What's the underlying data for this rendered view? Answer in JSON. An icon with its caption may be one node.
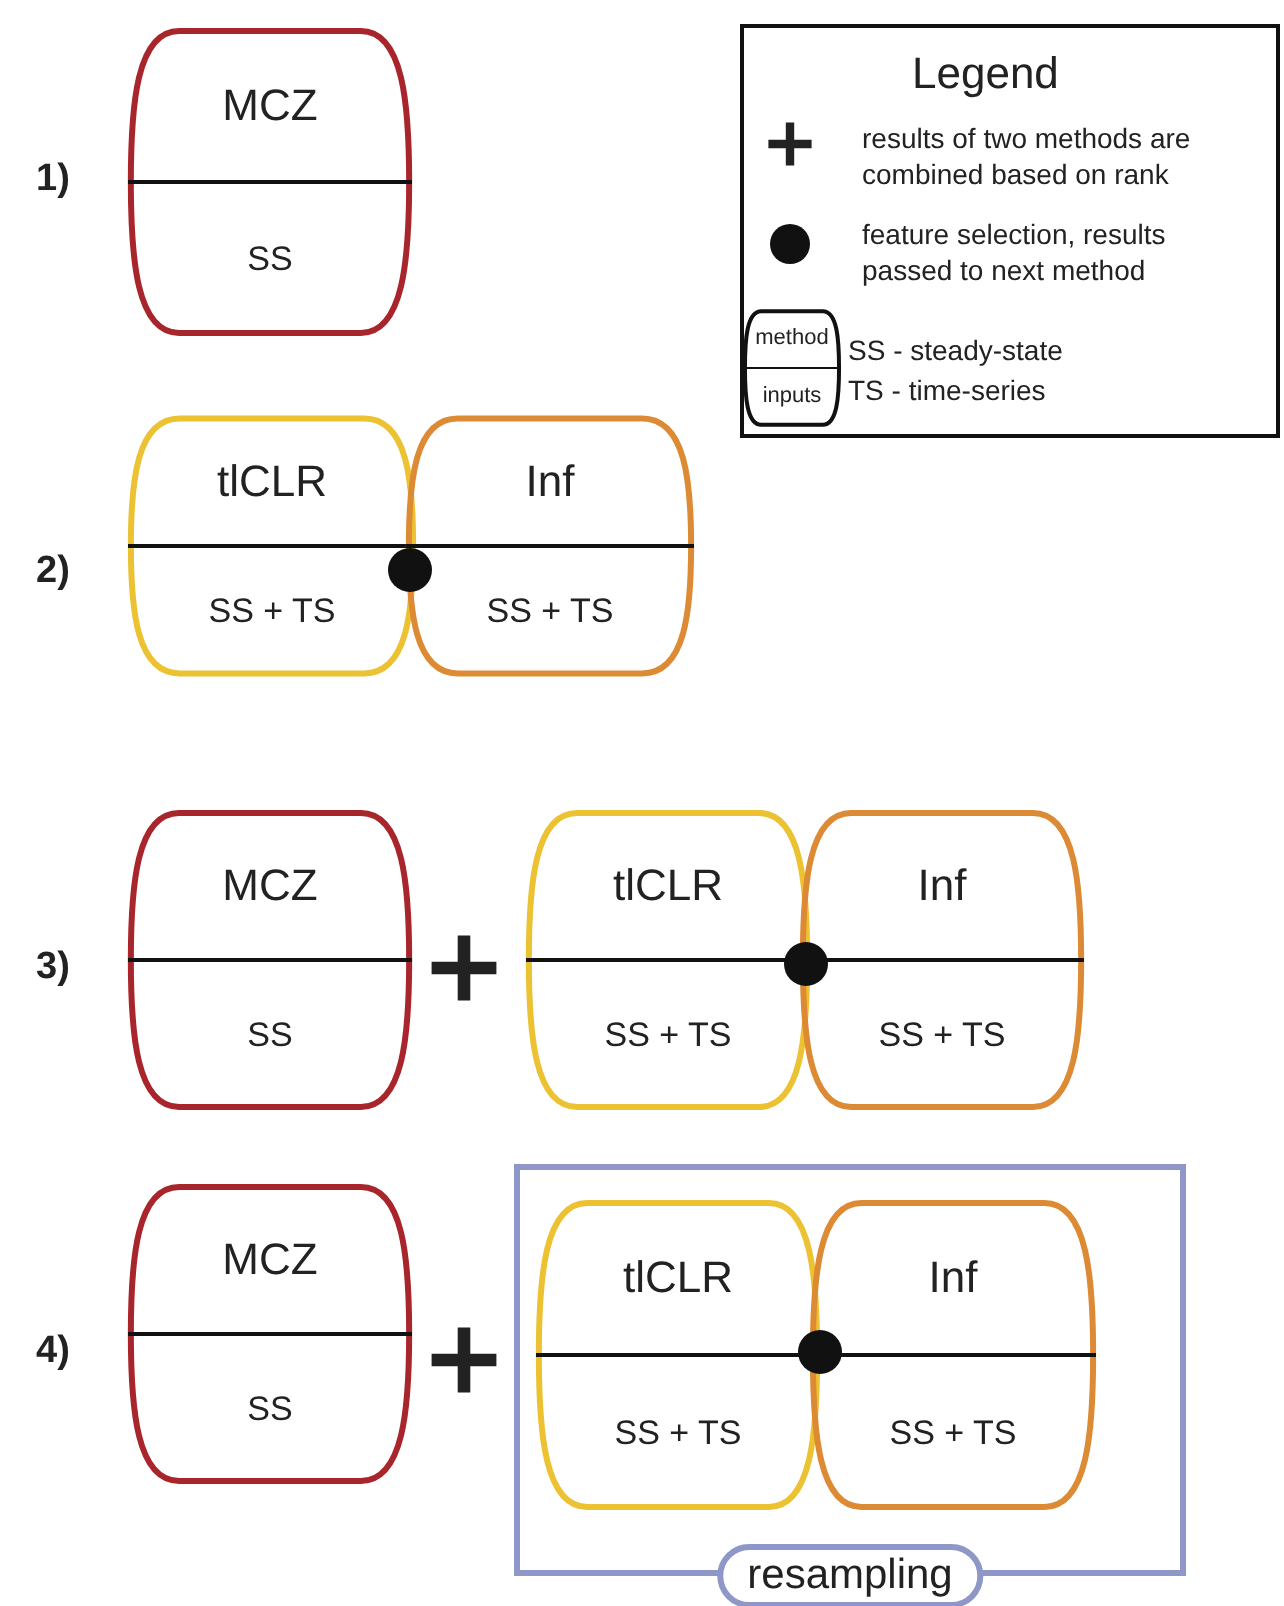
{
  "diagram": {
    "nodes": [
      {
        "text": [
          "MCZ",
          "SS"
        ]
      },
      {
        "text": [
          "tlCLR",
          "SS + TS"
        ]
      },
      {
        "text": [
          "Inf",
          "SS + TS"
        ]
      },
      {
        "text": [
          "MCZ",
          "SS"
        ]
      },
      {
        "text": [
          "tlCLR",
          "SS + TS"
        ]
      },
      {
        "text": [
          "Inf",
          "SS + TS"
        ]
      },
      {
        "text": [
          "MCZ",
          "SS"
        ]
      },
      {
        "text": [
          "resampling"
        ]
      },
      {
        "text": [
          "tlCLR",
          "SS + TS"
        ],
        "in": 7
      },
      {
        "text": [
          "Inf",
          "SS + TS"
        ],
        "in": 7
      },
      {
        "text": [
          "method",
          "inputs"
        ]
      }
    ],
    "edges": [],
    "labels": [
      "1)",
      "2)",
      "3)",
      "4)",
      "Legend"
    ],
    "legend": [
      {
        "text": "results of two methods are combined based on rank"
      },
      {
        "text": "feature selection, results passed to next method"
      },
      {
        "text": "SS - steady-state"
      },
      {
        "text": "TS - time-series"
      }
    ]
  }
}
